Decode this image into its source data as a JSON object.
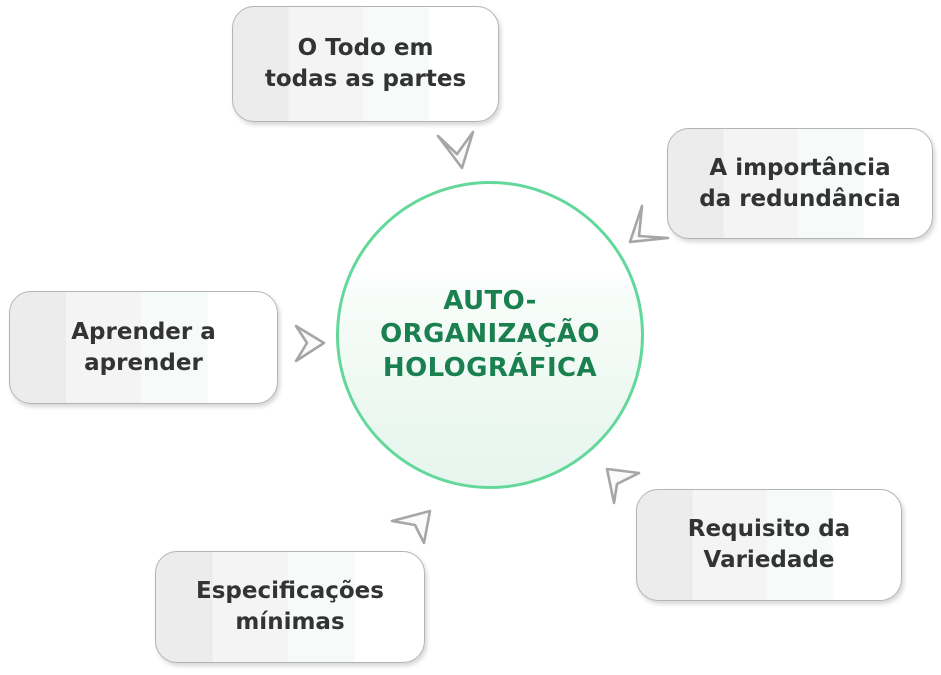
{
  "diagram": {
    "type": "hub-and-spoke",
    "title": "AUTO-ORGANIZAÇÃO HOLOGRÁFICA",
    "center": {
      "label": "AUTO-\nORGANIZAÇÃO\nHOLOGRÁFICA",
      "text_color": "#1a8050",
      "border_color": "#63d89a",
      "fill_top": "#ffffff",
      "fill_bottom": "#e6f6ee"
    },
    "nodes": [
      {
        "id": "o-todo-em-todas-as-partes",
        "label": "O Todo em\ntodas as partes",
        "position": "top"
      },
      {
        "id": "a-importancia-da-redundancia",
        "label": "A importância\nda redundância",
        "position": "top-right"
      },
      {
        "id": "requisito-da-variedade",
        "label": "Requisito da\nVariedade",
        "position": "bottom-right"
      },
      {
        "id": "especificacoes-minimas",
        "label": "Especificações\nmínimas",
        "position": "bottom"
      },
      {
        "id": "aprender-a-aprender",
        "label": "Aprender a\naprender",
        "position": "left"
      }
    ],
    "arrows": [
      {
        "id": "arrow-to-top",
        "points_to": "o-todo-em-todas-as-partes",
        "direction": "up"
      },
      {
        "id": "arrow-to-top-right",
        "points_to": "a-importancia-da-redundancia",
        "direction": "up-right"
      },
      {
        "id": "arrow-to-bottom-right",
        "points_to": "requisito-da-variedade",
        "direction": "down-right"
      },
      {
        "id": "arrow-to-bottom-left",
        "points_to": "especificacoes-minimas",
        "direction": "down-left"
      },
      {
        "id": "arrow-to-left",
        "points_to": "aprender-a-aprender",
        "direction": "left"
      }
    ],
    "palette": {
      "node_border": "#b4b4b4",
      "node_text": "#333333",
      "arrow_stroke": "#a6a6a6",
      "arrow_fill": "#fafafa",
      "background": "#ffffff"
    }
  }
}
